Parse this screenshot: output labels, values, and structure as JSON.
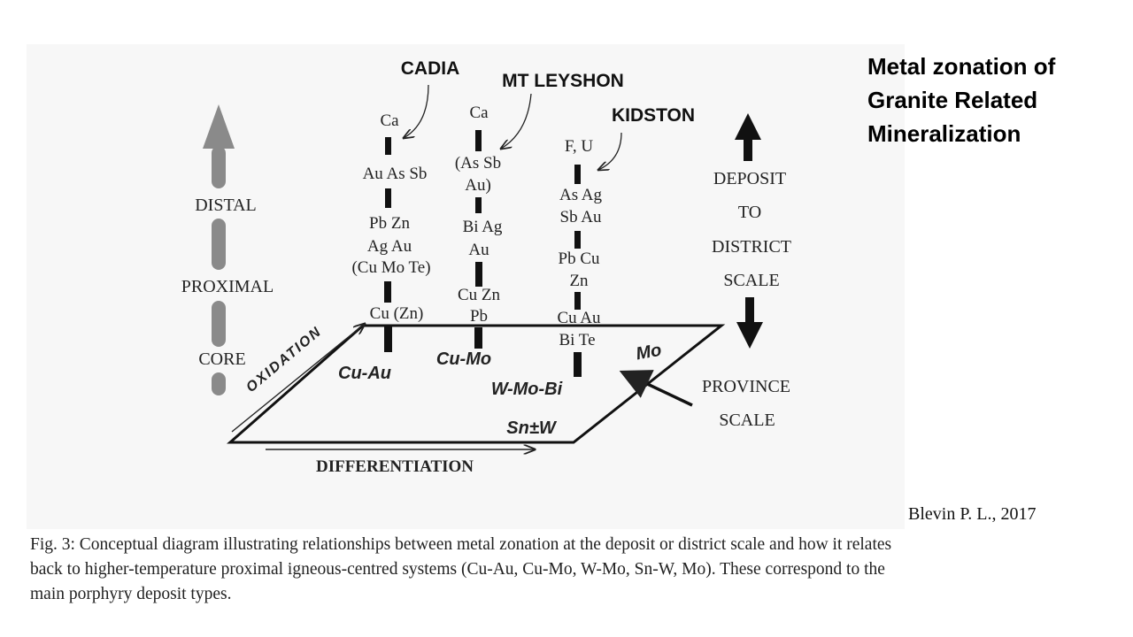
{
  "slide_title": "Metal zonation of\nGranite Related\nMineralization",
  "credit": "Blevin P. L., 2017",
  "caption": "Fig. 3:   Conceptual diagram illustrating relationships between metal zonation at the deposit or district scale and how it relates back to higher-temperature proximal igneous-centred systems (Cu-Au, Cu-Mo, W-Mo, Sn-W, Mo).  These correspond to the main porphyry deposit types.",
  "diagram": {
    "axis_left": {
      "distal": "DISTAL",
      "proximal": "PROXIMAL",
      "core": "CORE"
    },
    "deposit_names": {
      "cadia": "CADIA",
      "mt_leyshon": "MT LEYSHON",
      "kidston": "KIDSTON"
    },
    "cadia_column": [
      "Ca",
      "Au As Sb",
      "Pb Zn",
      "Ag Au",
      "(Cu Mo Te)",
      "Cu (Zn)"
    ],
    "mt_leyshon_column": [
      "Ca",
      "(As Sb",
      "Au)",
      "Bi Ag",
      "Au",
      "Cu Zn",
      "Pb"
    ],
    "kidston_column": [
      "F, U",
      "As Ag",
      "Sb Au",
      "Pb Cu",
      "Zn",
      "Cu Au",
      "Bi Te"
    ],
    "plane_labels": {
      "cu_au": "Cu-Au",
      "cu_mo": "Cu-Mo",
      "mo": "Mo",
      "w_mo_bi": "W-Mo-Bi",
      "sn_w": "Sn±W"
    },
    "oxidation": "OXIDATION",
    "differentiation": "DIFFERENTIATION",
    "deposit_scale": [
      "DEPOSIT",
      "TO",
      "DISTRICT",
      "SCALE"
    ],
    "province_scale": [
      "PROVINCE",
      "SCALE"
    ]
  }
}
